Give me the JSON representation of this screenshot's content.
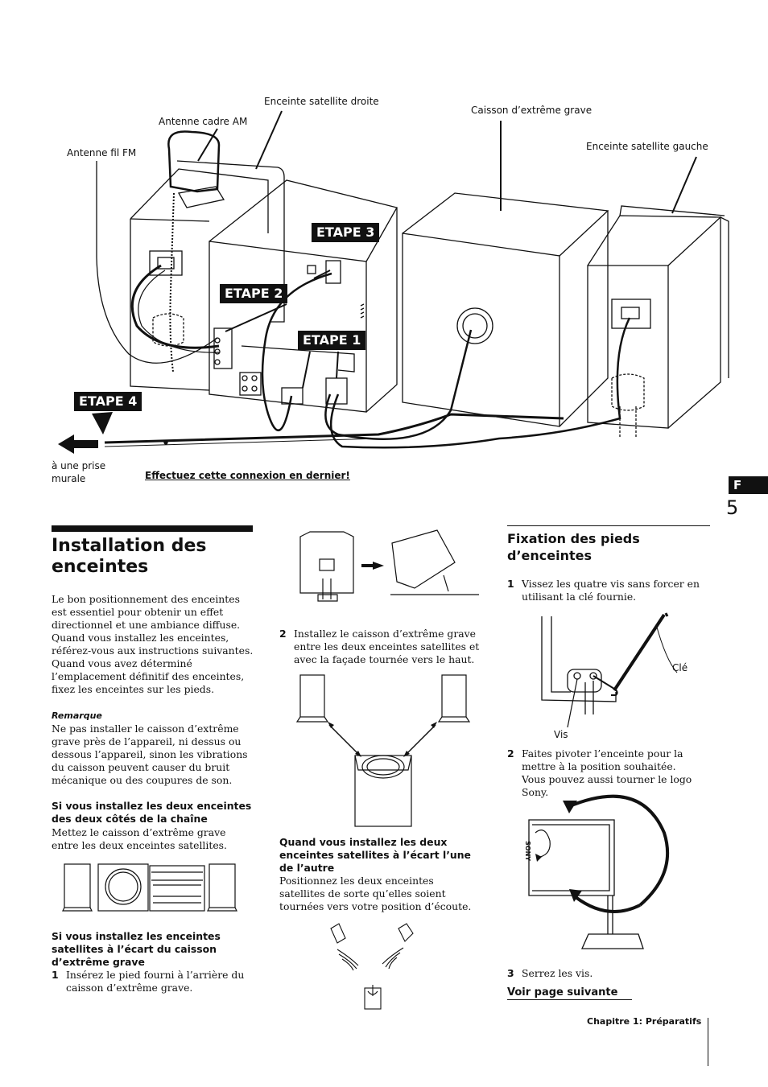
{
  "diagram": {
    "labels": {
      "right_satellite": "Enceinte satellite droite",
      "am_antenna": "Antenne cadre AM",
      "fm_antenna": "Antenne fil FM",
      "subwoofer": "Caisson d’extrême grave",
      "left_satellite": "Enceinte satellite gauche",
      "wall_outlet": "à une prise murale",
      "last_connection": "Effectuez cette connexion en dernier!"
    },
    "steps": {
      "etape1": "ETAPE 1",
      "etape2": "ETAPE 2",
      "etape3": "ETAPE 3",
      "etape4": "ETAPE 4"
    }
  },
  "side_tab": {
    "letter": "F",
    "page_number": "5"
  },
  "left_column": {
    "title": "Installation des enceintes",
    "intro": "Le bon positionnement des enceintes est essentiel pour obtenir un effet directionnel et une ambiance diffuse.\nQuand vous installez les enceintes, référez-vous aux instructions suivantes.\nQuand vous avez déterminé l’emplacement définitif des enceintes, fixez les enceintes sur les pieds.",
    "note_label": "Remarque",
    "note": "Ne pas installer le caisson d’extrême grave près de l’appareil, ni dessus ou dessous l’appareil, sinon les vibrations du caisson peuvent causer du bruit mécanique ou des coupures de son.",
    "case_both_sides_heading": "Si vous installez les deux enceintes des deux côtés de la chaîne",
    "case_both_sides_text": "Mettez le caisson d’extrême grave entre les deux enceintes satellites.",
    "case_apart_heading": "Si vous installez les enceintes satellites à l’écart du caisson d’extrême grave",
    "step1_num": "1",
    "step1_text": "Insérez le pied fourni à l’arrière du caisson d’extrême grave."
  },
  "middle_column": {
    "step2_num": "2",
    "step2_text": "Installez le caisson d’extrême grave entre les deux enceintes satellites et avec la façade tournée vers le haut.",
    "case_apart_heading": "Quand vous installez les deux enceintes satellites à l’écart l’une de l’autre",
    "case_apart_text": "Positionnez les deux enceintes satellites de sorte qu’elles soient tournées vers votre position d’écoute."
  },
  "right_column": {
    "title": "Fixation des pieds d’enceintes",
    "step1_num": "1",
    "step1_text": "Vissez les quatre vis sans forcer en utilisant la clé fournie.",
    "key_label": "Clé",
    "screw_label": "Vis",
    "step2_num": "2",
    "step2_text": "Faites pivoter l’enceinte pour la mettre à la position souhaitée.\nVous pouvez aussi tourner le logo Sony.",
    "sony_logo": "SONY",
    "step3_num": "3",
    "step3_text": "Serrez les vis.",
    "next_page": "Voir page suivante"
  },
  "footer": {
    "chapter": "Chapitre 1: Préparatifs"
  }
}
